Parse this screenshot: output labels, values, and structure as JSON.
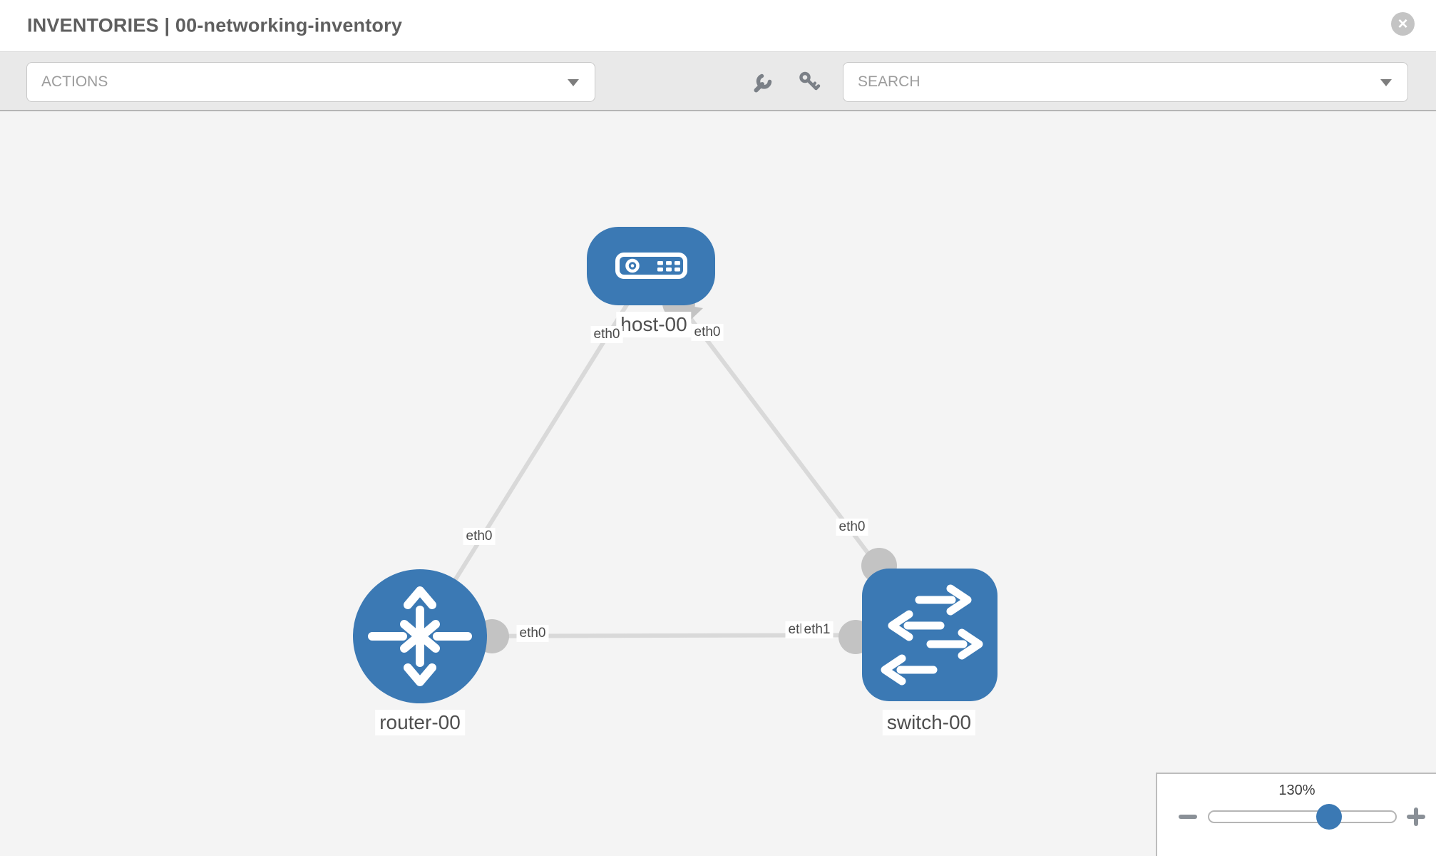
{
  "header": {
    "title": "INVENTORIES | 00-networking-inventory",
    "close_glyph": "×"
  },
  "toolbar": {
    "actions_label": "ACTIONS",
    "search_label": "SEARCH",
    "icons": [
      "wrench-icon",
      "key-icon"
    ]
  },
  "topology": {
    "nodes": [
      {
        "id": "host-00",
        "type": "host",
        "label": "host-00"
      },
      {
        "id": "router-00",
        "type": "router",
        "label": "router-00"
      },
      {
        "id": "switch-00",
        "type": "switch",
        "label": "switch-00"
      }
    ],
    "links": [
      {
        "from": "host-00",
        "to": "router-00",
        "from_interface": "eth0",
        "to_interface": "eth0"
      },
      {
        "from": "host-00",
        "to": "switch-00",
        "from_interface": "eth0",
        "to_interface": "eth0"
      },
      {
        "from": "router-00",
        "to": "switch-00",
        "from_interface": "eth0",
        "to_interface": "eth1"
      }
    ]
  },
  "zoom": {
    "level": "130%"
  },
  "colors": {
    "node_blue": "#3b79b4",
    "link_gray": "#d9d9d9",
    "connector_gray": "#c3c3c3",
    "canvas_bg": "#f4f4f4"
  }
}
